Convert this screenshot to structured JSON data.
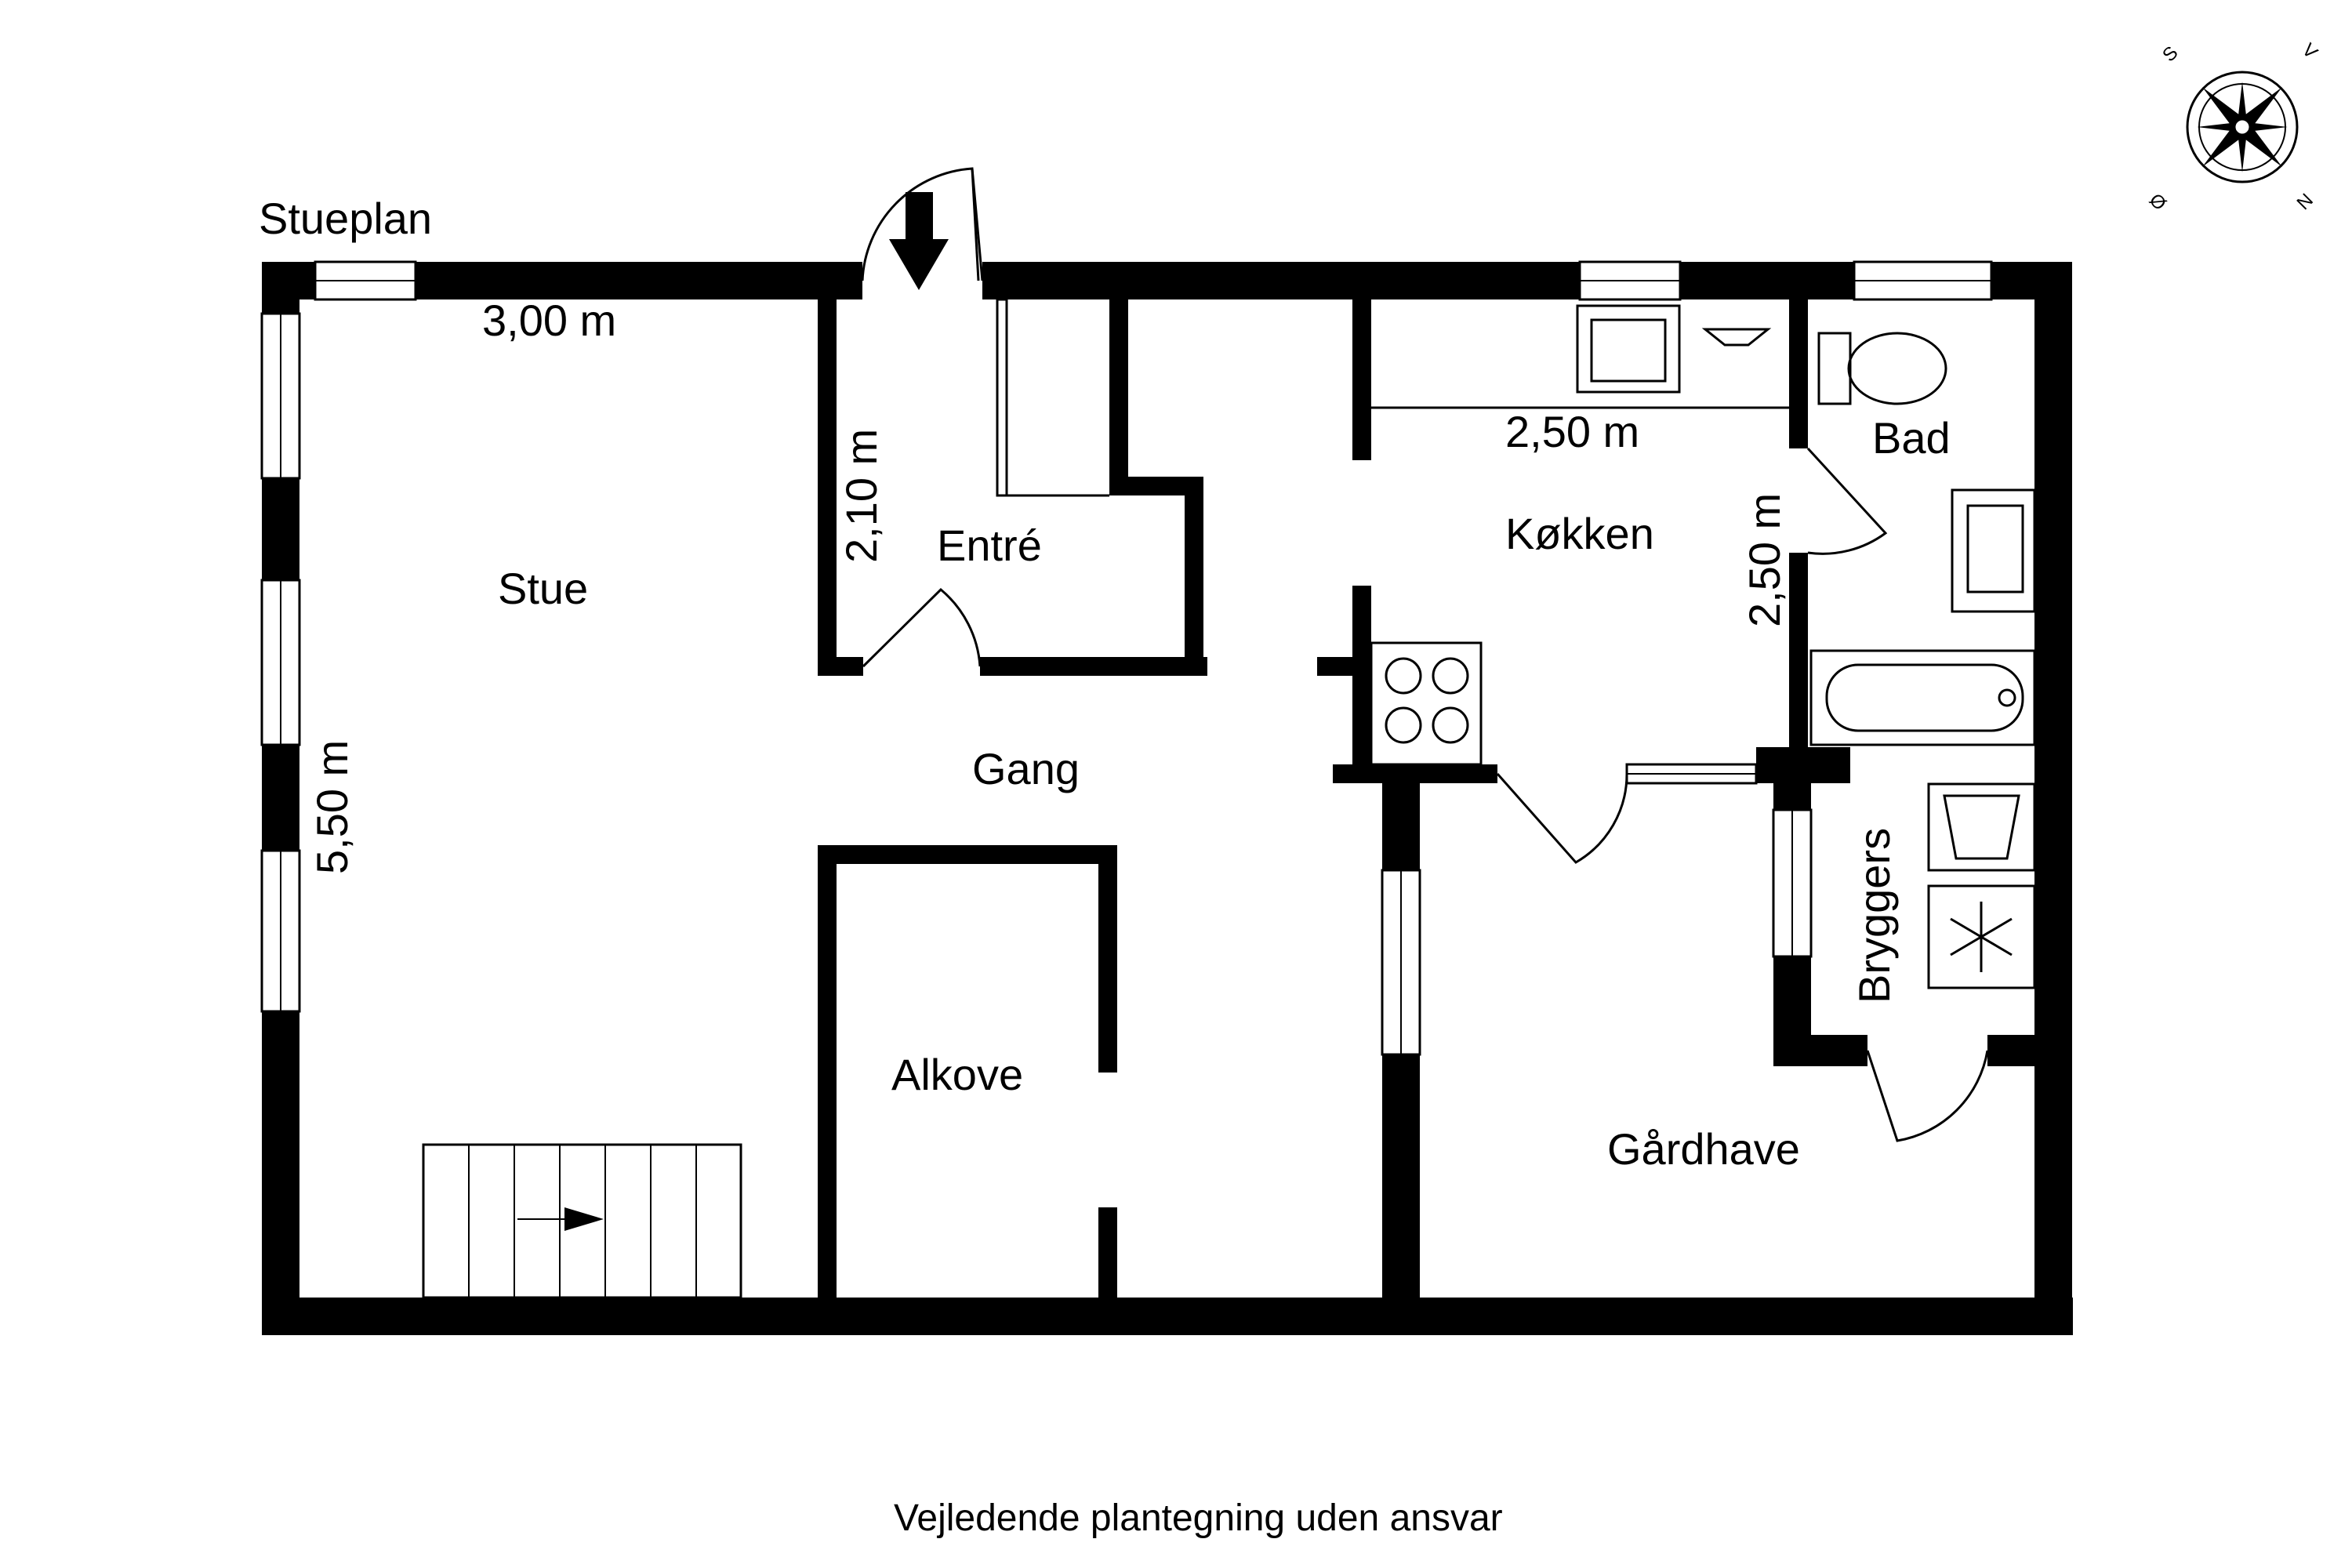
{
  "title": "Stueplan",
  "disclaimer": "Vejledende plantegning uden ansvar",
  "rooms": {
    "stue": "Stue",
    "entre": "Entré",
    "kokken": "Køkken",
    "bad": "Bad",
    "gang": "Gang",
    "alkove": "Alkove",
    "bryggers": "Bryggers",
    "gardhave": "Gårdhave"
  },
  "dimensions": {
    "stue_width": "3,00 m",
    "stue_length": "5,50 m",
    "entre_length": "2,10 m",
    "kokken_width": "2,50 m",
    "kokken_length": "2,50 m"
  },
  "compass": {
    "north": "N",
    "south": "S",
    "east": "Ø",
    "west": "V"
  },
  "colors": {
    "wall": "#000000",
    "background": "#ffffff"
  }
}
